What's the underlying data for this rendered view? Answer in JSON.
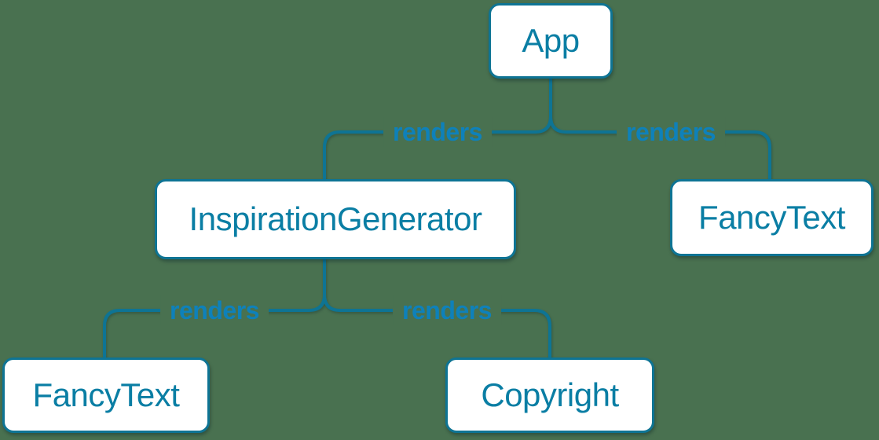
{
  "diagram": {
    "type": "tree",
    "colors": {
      "background": "#497150",
      "stroke": "#0e7494",
      "node_fill": "#ffffff",
      "node_text": "#0a7ea4",
      "edge_label": "#0e81ba"
    },
    "nodes": [
      {
        "id": "app",
        "label": "App"
      },
      {
        "id": "inspiration-generator",
        "label": "InspirationGenerator"
      },
      {
        "id": "fancy-text-top",
        "label": "FancyText"
      },
      {
        "id": "fancy-text-bottom",
        "label": "FancyText"
      },
      {
        "id": "copyright",
        "label": "Copyright"
      }
    ],
    "edges": [
      {
        "from": "App",
        "to": "InspirationGenerator",
        "label": "renders"
      },
      {
        "from": "App",
        "to": "FancyText",
        "label": "renders"
      },
      {
        "from": "InspirationGenerator",
        "to": "FancyText",
        "label": "renders"
      },
      {
        "from": "InspirationGenerator",
        "to": "Copyright",
        "label": "renders"
      }
    ]
  }
}
